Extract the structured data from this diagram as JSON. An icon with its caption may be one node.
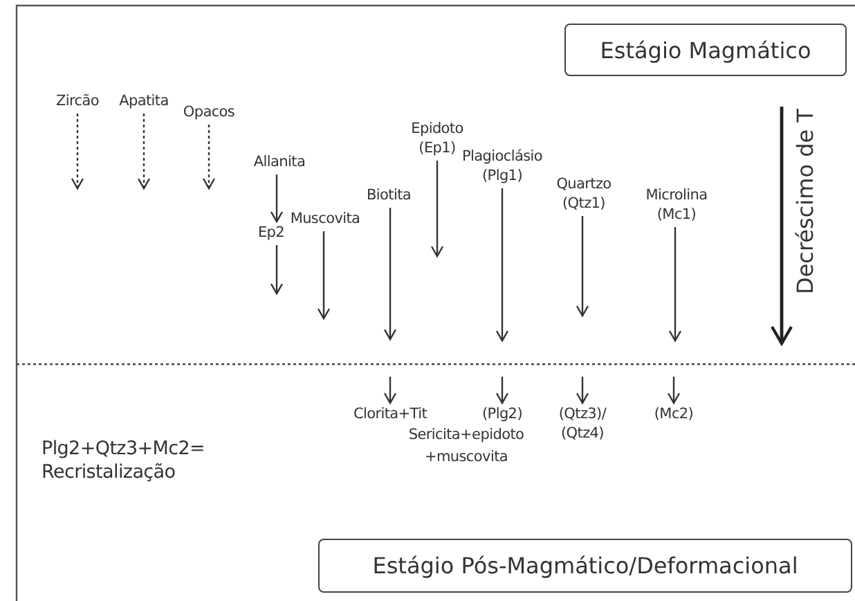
{
  "diagram": {
    "nodes": [
      {
        "text": [
          "Estágio Magmático"
        ]
      },
      {
        "text": [
          "Zircão"
        ]
      },
      {
        "text": [
          "Apatita"
        ]
      },
      {
        "text": [
          "Opacos"
        ]
      },
      {
        "text": [
          "Allanita"
        ]
      },
      {
        "text": [
          "Ep2"
        ]
      },
      {
        "text": [
          "Muscovita"
        ]
      },
      {
        "text": [
          "Biotita"
        ]
      },
      {
        "text": [
          "Epidoto (Ep1)"
        ]
      },
      {
        "text": [
          "Plagioclásio (Plg1)"
        ]
      },
      {
        "text": [
          "Quartzo (Qtz1)"
        ]
      },
      {
        "text": [
          "Microlina (Mc1)"
        ]
      },
      {
        "text": [
          "Clorita+Tit"
        ]
      },
      {
        "text": [
          "(Plg2)"
        ]
      },
      {
        "text": [
          "(Qtz3)/ (Qtz4)"
        ]
      },
      {
        "text": [
          "(Mc2)"
        ]
      },
      {
        "text": [
          "Estágio Pós-Magmático/Deformacional"
        ]
      }
    ],
    "edges": [
      {
        "from": 1,
        "to": null,
        "arrow": "to",
        "style": "dashed"
      },
      {
        "from": 2,
        "to": null,
        "arrow": "to",
        "style": "dashed"
      },
      {
        "from": 3,
        "to": null,
        "arrow": "to",
        "style": "dashed"
      },
      {
        "from": 4,
        "to": 5,
        "arrow": "to"
      },
      {
        "from": 5,
        "to": null,
        "arrow": "to"
      },
      {
        "from": 6,
        "to": null,
        "arrow": "to"
      },
      {
        "from": 7,
        "to": null,
        "arrow": "to"
      },
      {
        "from": 8,
        "to": null,
        "arrow": "to"
      },
      {
        "from": 9,
        "to": null,
        "arrow": "to"
      },
      {
        "from": 10,
        "to": null,
        "arrow": "to"
      },
      {
        "from": 11,
        "to": null,
        "arrow": "to"
      },
      {
        "from": null,
        "to": 12,
        "arrow": "to"
      },
      {
        "from": null,
        "to": 13,
        "arrow": "to"
      },
      {
        "from": null,
        "to": 14,
        "arrow": "to"
      },
      {
        "from": null,
        "to": 15,
        "arrow": "to"
      }
    ],
    "labels": [
      "Decréscimo de T",
      "Plg2+Qtz3+Mc2= Recristalização",
      "Sericita+epidoto +muscovita"
    ]
  }
}
